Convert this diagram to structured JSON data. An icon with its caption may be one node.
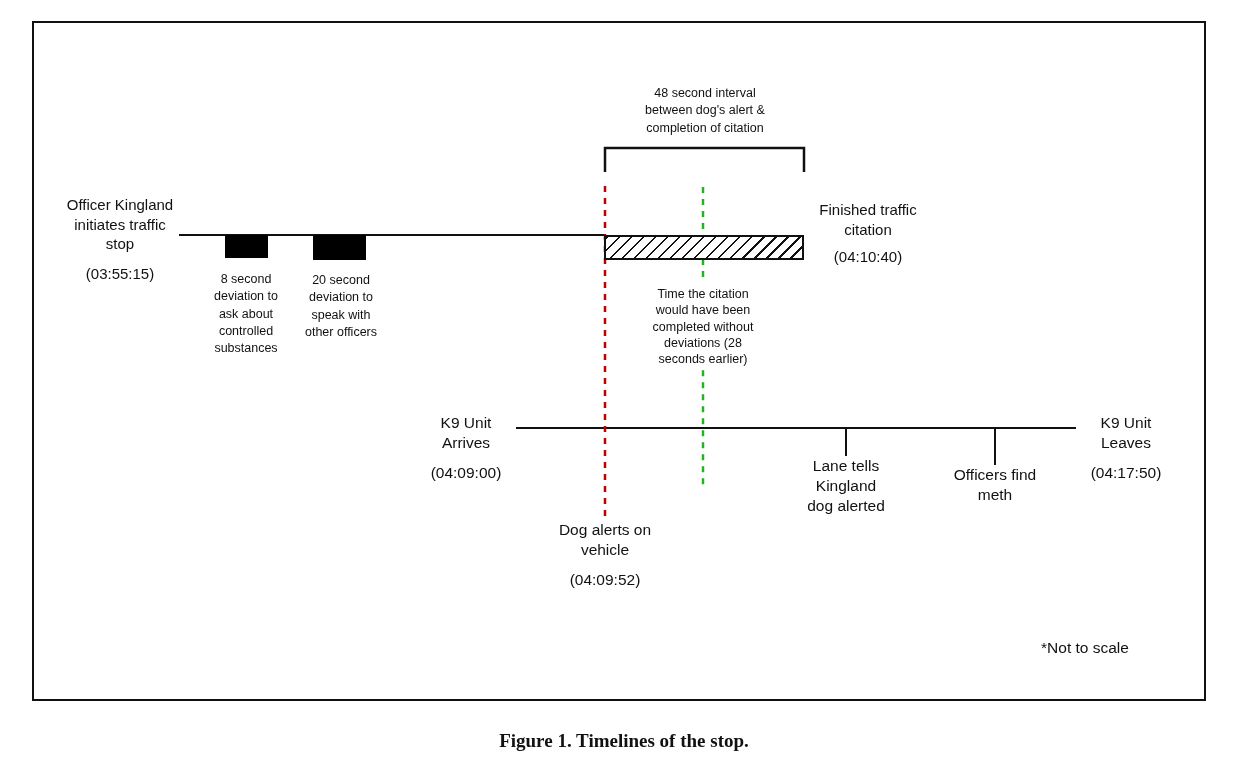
{
  "diagram": {
    "caption": "Figure 1. Timelines of the stop.",
    "nodes": [
      {
        "text": [
          "Officer Kingland initiates traffic stop",
          "(03:55:15)"
        ]
      },
      {
        "text": [],
        "shape": "bar",
        "beside": [
          "8 second deviation to ask about controlled substances"
        ]
      },
      {
        "text": [],
        "shape": "bar",
        "beside": [
          "20 second deviation to speak with other officers"
        ]
      },
      {
        "text": [],
        "shape": "bar"
      },
      {
        "text": [
          "Finished traffic citation",
          "(04:10:40)"
        ]
      },
      {
        "text": [
          "K9 Unit Arrives",
          "(04:09:00)"
        ]
      },
      {
        "text": [
          "Lane tells Kingland dog alerted"
        ]
      },
      {
        "text": [
          "Officers find meth"
        ]
      },
      {
        "text": [
          "K9 Unit Leaves",
          "(04:17:50)"
        ]
      },
      {
        "text": [
          "Dog alerts on vehicle",
          "(04:09:52)"
        ]
      },
      {
        "text": [
          "Time the citation would have been completed without deviations (28 seconds earlier)"
        ]
      }
    ],
    "edges": [
      {
        "from": 0,
        "to": 3,
        "arrow": "none"
      },
      {
        "from": 5,
        "to": 8,
        "arrow": "none"
      },
      {
        "from": 6,
        "to": null,
        "arrow": "none"
      },
      {
        "from": 7,
        "to": null,
        "arrow": "none"
      },
      {
        "from": 9,
        "to": null,
        "arrow": "none",
        "style": "dashed",
        "color": "#c00000"
      },
      {
        "from": null,
        "to": 10,
        "arrow": "none",
        "style": "dashed",
        "color": "#22b322"
      },
      {
        "from": 10,
        "to": null,
        "arrow": "none",
        "style": "dashed",
        "color": "#22b322"
      }
    ],
    "labels": [
      "48 second interval between dog's alert & completion of citation",
      "*Not to scale"
    ]
  }
}
